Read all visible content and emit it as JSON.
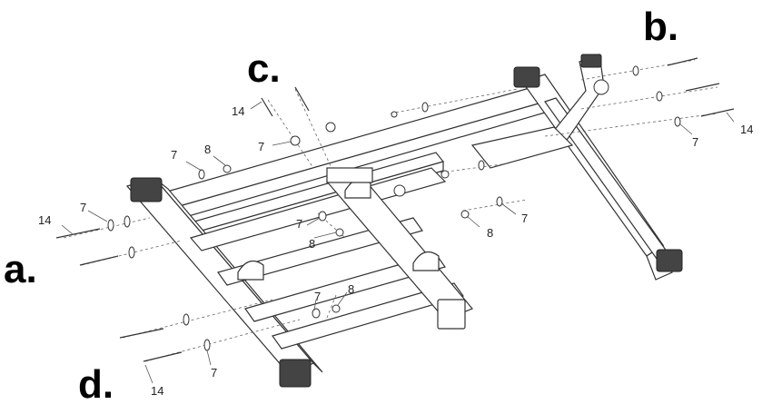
{
  "labels": {
    "a": "a.",
    "b": "b.",
    "c": "c.",
    "d": "d."
  },
  "part_numbers": {
    "p14_top": "14",
    "p7_top_left": "7",
    "p7_upper": "7",
    "p8_upper": "8",
    "p7_left": "7",
    "p14_left": "14",
    "p7_center": "7",
    "p8_center": "8",
    "p7_right": "7",
    "p14_right": "14",
    "p7_mid_right": "7",
    "p8_mid_right": "8",
    "p7_lower": "7",
    "p8_lower": "8",
    "p7_bottom": "7",
    "p14_bottom": "14"
  }
}
